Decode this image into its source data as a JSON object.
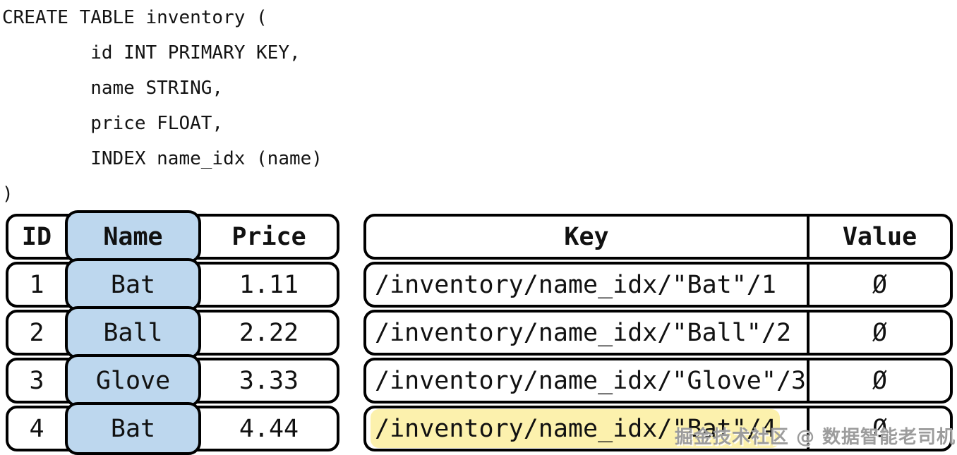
{
  "code": {
    "lines": [
      "CREATE TABLE inventory (",
      "        id INT PRIMARY KEY,",
      "        name STRING,",
      "        price FLOAT,",
      "        INDEX name_idx (name)",
      ")"
    ]
  },
  "inventory_table": {
    "headers": [
      "ID",
      "Name",
      "Price"
    ],
    "rows": [
      {
        "id": "1",
        "name": "Bat",
        "price": "1.11"
      },
      {
        "id": "2",
        "name": "Ball",
        "price": "2.22"
      },
      {
        "id": "3",
        "name": "Glove",
        "price": "3.33"
      },
      {
        "id": "4",
        "name": "Bat",
        "price": "4.44"
      }
    ],
    "name_column_highlight_color": "#bdd7ee"
  },
  "index_table": {
    "headers": [
      "Key",
      "Value"
    ],
    "rows": [
      {
        "key": "/inventory/name_idx/\"Bat\"/1",
        "value": "Ø",
        "highlighted": false
      },
      {
        "key": "/inventory/name_idx/\"Ball\"/2",
        "value": "Ø",
        "highlighted": false
      },
      {
        "key": "/inventory/name_idx/\"Glove\"/3",
        "value": "Ø",
        "highlighted": false
      },
      {
        "key": "/inventory/name_idx/\"Bat\"/4",
        "value": "Ø",
        "highlighted": true
      }
    ],
    "row_highlight_color": "#fcf1ad"
  },
  "watermark": {
    "text": "掘金技术社区 @ 数据智能老司机",
    "color": "#9c9c9c"
  }
}
